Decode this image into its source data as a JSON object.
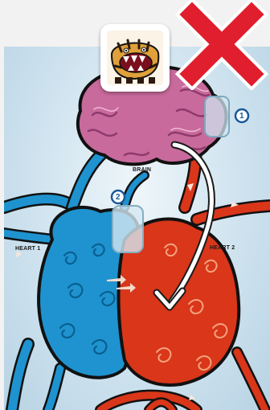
{
  "board": {
    "labels": {
      "brain": "BRAIN",
      "heart1": "HEART 1",
      "heart2": "HEART 2"
    },
    "slots": [
      {
        "number": "1"
      },
      {
        "number": "2"
      }
    ],
    "colors": {
      "brain": "#c86a9c",
      "blue_vessel": "#1f93cf",
      "red_vessel": "#d9361a",
      "outline": "#111111",
      "close": "#e01e2d",
      "card": "#ffffff"
    }
  },
  "card": {
    "icon": "striped-monster-card-icon"
  },
  "controls": {
    "close_icon": "red-x-close-icon",
    "move_arrow_icon": "white-curved-arrow-icon"
  }
}
